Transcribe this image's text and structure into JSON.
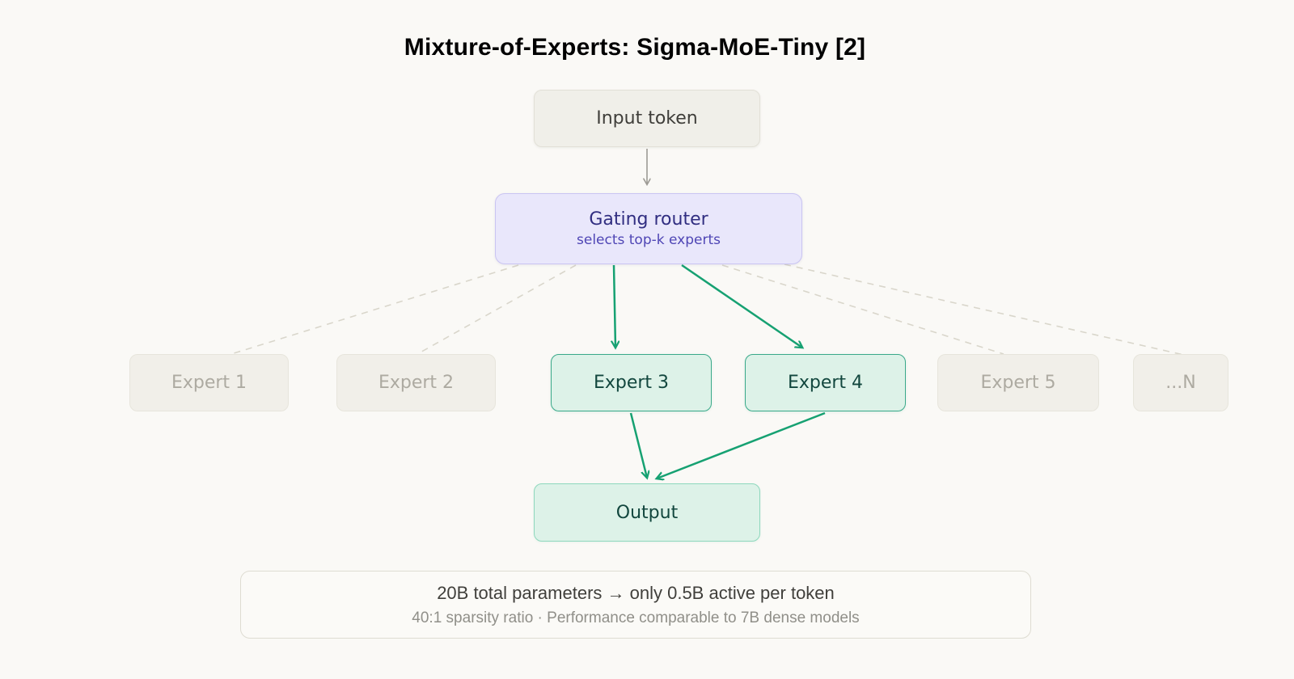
{
  "title": "Mixture-of-Experts: Sigma-MoE-Tiny [2]",
  "nodes": {
    "input": {
      "label": "Input token"
    },
    "router": {
      "label": "Gating router",
      "sublabel": "selects top-k experts"
    },
    "experts": [
      {
        "label": "Expert 1",
        "state": "inactive"
      },
      {
        "label": "Expert 2",
        "state": "inactive"
      },
      {
        "label": "Expert 3",
        "state": "active"
      },
      {
        "label": "Expert 4",
        "state": "active"
      },
      {
        "label": "Expert 5",
        "state": "inactive"
      },
      {
        "label": "...N",
        "state": "inactive"
      }
    ],
    "output": {
      "label": "Output"
    }
  },
  "edges": [
    {
      "from": "input-token",
      "to": "gating-router",
      "style": "solid-gray-arrow"
    },
    {
      "from": "gating-router",
      "to": "expert-1",
      "style": "dashed-inactive"
    },
    {
      "from": "gating-router",
      "to": "expert-2",
      "style": "dashed-inactive"
    },
    {
      "from": "gating-router",
      "to": "expert-3",
      "style": "solid-green-arrow"
    },
    {
      "from": "gating-router",
      "to": "expert-4",
      "style": "solid-green-arrow"
    },
    {
      "from": "gating-router",
      "to": "expert-5",
      "style": "dashed-inactive"
    },
    {
      "from": "gating-router",
      "to": "expert-n",
      "style": "dashed-inactive"
    },
    {
      "from": "expert-3",
      "to": "output",
      "style": "solid-green-arrow"
    },
    {
      "from": "expert-4",
      "to": "output",
      "style": "solid-green-arrow"
    }
  ],
  "footer": {
    "line1": "20B total parameters → only 0.5B active per token",
    "line2": "40:1 sparsity ratio · Performance comparable to 7B dense models"
  },
  "colors": {
    "background": "#faf9f6",
    "active_green": "#16a172",
    "active_expert_fill": "#ddf2e8",
    "active_expert_border": "#3aa98a",
    "active_expert_text": "#12473e",
    "output_border": "#8ed8bd",
    "router_fill": "#e9e7fb",
    "router_border": "#c9c4f2",
    "router_title_text": "#312e81",
    "router_subtitle_text": "#4f46b5",
    "input_fill": "#f0efe9",
    "input_text": "#3f3e3a",
    "inactive_expert_fill": "#f1efe9",
    "inactive_expert_text": "#adaaa1",
    "dashed_line": "#d9d6cb",
    "gray_arrow": "#9c9a94",
    "title_text": "#272624",
    "footer_line1_text": "#403f3b",
    "footer_line2_text": "#908f89"
  }
}
